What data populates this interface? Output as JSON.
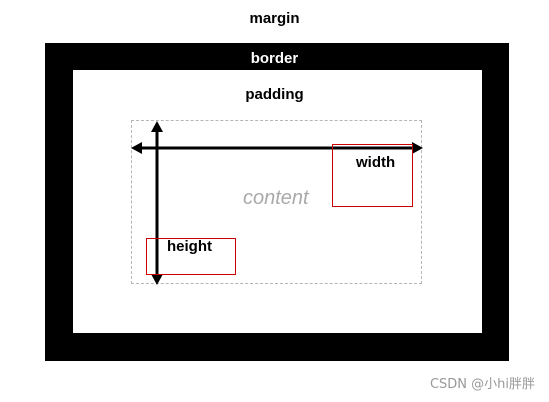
{
  "diagram": {
    "margin_label": "margin",
    "border_label": "border",
    "padding_label": "padding",
    "content_label": "content",
    "width_label": "width",
    "height_label": "height"
  },
  "colors": {
    "border_fill": "#000000",
    "content_dash": "#b5b5b5",
    "content_text": "#a9a9a9",
    "highlight": "#cc0000"
  },
  "watermark": "CSDN @小hi胖胖"
}
